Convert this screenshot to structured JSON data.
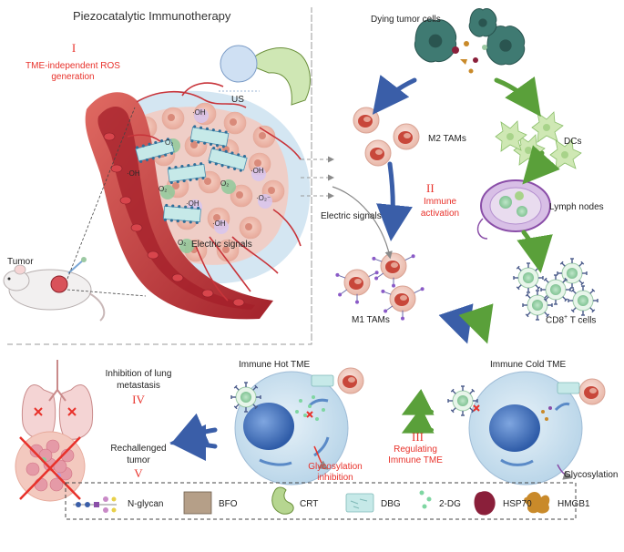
{
  "panel_title": "Piezocatalytic Immunotherapy",
  "stage1": {
    "numeral": "I",
    "caption": "TME-independent ROS generation"
  },
  "stage2": {
    "numeral": "II",
    "caption_line1": "Immune",
    "caption_line2": "activation"
  },
  "stage3": {
    "numeral": "III",
    "caption_line1": "Regulating",
    "caption_line2": "Immune TME"
  },
  "stage4": {
    "numeral": "IV",
    "caption_line1": "Inhibition of lung",
    "caption_line2": "metastasis"
  },
  "stage5": {
    "numeral": "V",
    "caption_line1": "Rechallenged",
    "caption_line2": "tumor"
  },
  "labels": {
    "us": "US",
    "tumor": "Tumor",
    "electric_signals_tumor": "Electric signals",
    "electric_signals_tam": "Electric signals",
    "dying_tumor_cells": "Dying tumor cells",
    "m2_tams": "M2 TAMs",
    "m1_tams": "M1 TAMs",
    "dcs": "DCs",
    "lymph_nodes": "Lymph nodes",
    "cd8_t_cells": "CD8",
    "cd8_sup": "+",
    "cd8_suffix": " T cells",
    "immune_hot_tme": "Immune Hot TME",
    "immune_cold_tme": "Immune Cold TME",
    "glycosylation_inhibition_line1": "Glycosylation",
    "glycosylation_inhibition_line2": "inhibition",
    "glycosylation": "Glycosylation"
  },
  "chem": {
    "oh": "·OH",
    "o2": "O₂",
    "superoxide": "·O₂⁻"
  },
  "legend": [
    {
      "label": "N-glycan",
      "icon": "n-glycan-icon"
    },
    {
      "label": "BFO",
      "icon": "bfo-square-icon"
    },
    {
      "label": "CRT",
      "icon": "crt-icon"
    },
    {
      "label": "DBG",
      "icon": "dbg-icon"
    },
    {
      "label": "2-DG",
      "icon": "2dg-dots-icon"
    },
    {
      "label": "HSP70",
      "icon": "hsp70-icon"
    },
    {
      "label": "HMGB1",
      "icon": "hmgb1-icon"
    }
  ],
  "colors": {
    "red_text": "#e8312a",
    "vessel": "#c8343a",
    "tme_blue": "#cfe3f1",
    "m2_cell": "#c8473a",
    "dc_green": "#a8d38a",
    "t_cell_green": "#6fb58a",
    "arrow_blue": "#3a5ea8",
    "arrow_green": "#5aa03a"
  }
}
